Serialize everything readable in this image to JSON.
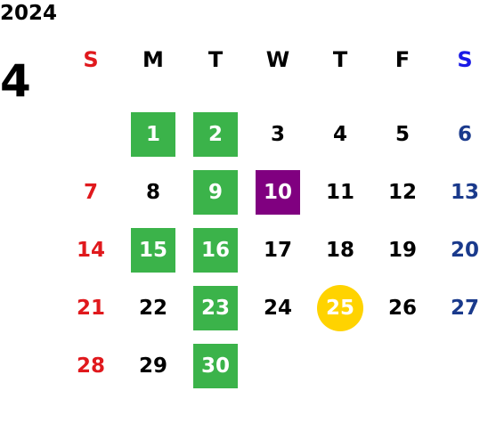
{
  "calendar": {
    "year": "2024",
    "month": "4",
    "weekday_headers": [
      "S",
      "M",
      "T",
      "W",
      "T",
      "F",
      "S"
    ],
    "header_colors": [
      "#e0191d",
      "#000000",
      "#000000",
      "#000000",
      "#000000",
      "#000000",
      "#1a1ae6"
    ],
    "weeks": [
      [
        {
          "day": "",
          "highlight": "none"
        },
        {
          "day": "1",
          "highlight": "green"
        },
        {
          "day": "2",
          "highlight": "green"
        },
        {
          "day": "3",
          "highlight": "none"
        },
        {
          "day": "4",
          "highlight": "none"
        },
        {
          "day": "5",
          "highlight": "none"
        },
        {
          "day": "6",
          "highlight": "none"
        }
      ],
      [
        {
          "day": "7",
          "highlight": "none"
        },
        {
          "day": "8",
          "highlight": "none"
        },
        {
          "day": "9",
          "highlight": "green"
        },
        {
          "day": "10",
          "highlight": "purple"
        },
        {
          "day": "11",
          "highlight": "none"
        },
        {
          "day": "12",
          "highlight": "none"
        },
        {
          "day": "13",
          "highlight": "none"
        }
      ],
      [
        {
          "day": "14",
          "highlight": "none"
        },
        {
          "day": "15",
          "highlight": "green"
        },
        {
          "day": "16",
          "highlight": "green"
        },
        {
          "day": "17",
          "highlight": "none"
        },
        {
          "day": "18",
          "highlight": "none"
        },
        {
          "day": "19",
          "highlight": "none"
        },
        {
          "day": "20",
          "highlight": "none"
        }
      ],
      [
        {
          "day": "21",
          "highlight": "none"
        },
        {
          "day": "22",
          "highlight": "none"
        },
        {
          "day": "23",
          "highlight": "green"
        },
        {
          "day": "24",
          "highlight": "none"
        },
        {
          "day": "25",
          "highlight": "yellow"
        },
        {
          "day": "26",
          "highlight": "none"
        },
        {
          "day": "27",
          "highlight": "none"
        }
      ],
      [
        {
          "day": "28",
          "highlight": "none"
        },
        {
          "day": "29",
          "highlight": "none"
        },
        {
          "day": "30",
          "highlight": "green"
        },
        {
          "day": "",
          "highlight": "none"
        },
        {
          "day": "",
          "highlight": "none"
        },
        {
          "day": "",
          "highlight": "none"
        },
        {
          "day": "",
          "highlight": "none"
        }
      ]
    ],
    "colors": {
      "sunday": "#e0191d",
      "saturday": "#1a3a8c",
      "weekday": "#000000",
      "green_highlight": "#3bb34a",
      "purple_highlight": "#800080",
      "yellow_highlight": "#ffd300"
    }
  }
}
